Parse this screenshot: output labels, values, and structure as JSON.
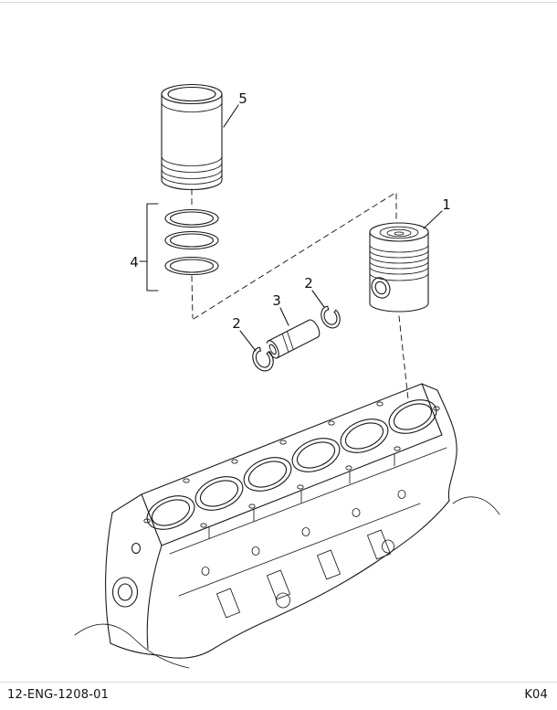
{
  "colors": {
    "background": "#ffffff",
    "line": "#1a1a1a"
  },
  "figure": {
    "callouts": {
      "piston": "1",
      "retaining_ring_outer": "2",
      "retaining_ring_inner": "2",
      "piston_pin": "3",
      "piston_ring_set": "4",
      "cylinder_sleeve": "5"
    }
  },
  "footer": {
    "doc_number": "12-ENG-1208-01",
    "page_code": "K04"
  }
}
